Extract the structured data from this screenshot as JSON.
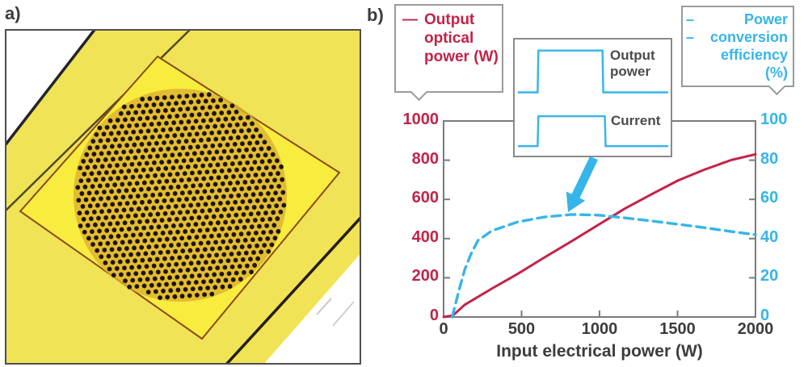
{
  "figure": {
    "panel_a_label": "a)",
    "panel_b_label": "b)"
  },
  "legend_left": {
    "key": "—",
    "text": "Output optical power (W)"
  },
  "legend_right": {
    "key": "– –",
    "text": "Power conversion efficiency (%)"
  },
  "inset": {
    "label_top": "Output power",
    "label_bottom": "Current"
  },
  "axes": {
    "x_title": "Input electrical power (W)",
    "x_ticks": [
      0,
      500,
      1000,
      1500,
      2000
    ],
    "y_left_ticks": [
      0,
      200,
      400,
      600,
      800,
      1000
    ],
    "y_right_ticks": [
      0,
      20,
      40,
      60,
      80,
      100
    ]
  },
  "colors": {
    "red": "#c32347",
    "cyan": "#35b5e9",
    "axis_gray": "#7b7b7b",
    "text_gray": "#3c3c3e"
  },
  "chart_data": {
    "type": "line",
    "title": "",
    "xlabel": "Input electrical power (W)",
    "xlim": [
      0,
      2000
    ],
    "grid": false,
    "legend_position": "top callout boxes",
    "series": [
      {
        "name": "Output optical power (W)",
        "axis": "left",
        "ylim": [
          0,
          1000
        ],
        "color": "#c32347",
        "style": "solid",
        "x": [
          0,
          60,
          135,
          310,
          475,
          645,
          820,
          990,
          1160,
          1335,
          1505,
          1670,
          1845,
          2000
        ],
        "y": [
          0,
          8,
          62,
          145,
          220,
          303,
          386,
          469,
          552,
          627,
          697,
          751,
          801,
          830
        ]
      },
      {
        "name": "Power conversion efficiency (%)",
        "axis": "right",
        "ylim": [
          0,
          100
        ],
        "color": "#35b5e9",
        "style": "dashed",
        "x": [
          55,
          100,
          135,
          175,
          220,
          310,
          475,
          645,
          820,
          990,
          1160,
          1335,
          1505,
          1670,
          1845,
          2000
        ],
        "y": [
          0,
          14,
          24,
          32,
          39,
          44,
          48.5,
          51,
          52.3,
          52,
          50.6,
          49,
          47.3,
          45.6,
          43.6,
          42
        ]
      }
    ],
    "inset_chart": {
      "type": "line",
      "description": "oscilloscope pulse traces",
      "traces": [
        {
          "name": "output-power-trace",
          "points": [
            [
              0.02,
              0.455
            ],
            [
              0.147,
              0.455
            ],
            [
              0.152,
              0.095
            ],
            [
              0.563,
              0.095
            ],
            [
              0.568,
              0.455
            ],
            [
              0.985,
              0.455
            ]
          ]
        },
        {
          "name": "current-trace",
          "points": [
            [
              0.02,
              0.918
            ],
            [
              0.147,
              0.918
            ],
            [
              0.152,
              0.66
            ],
            [
              0.578,
              0.66
            ],
            [
              0.583,
              0.918
            ],
            [
              0.985,
              0.918
            ]
          ]
        }
      ],
      "labels": [
        "Output power",
        "Current"
      ]
    }
  }
}
